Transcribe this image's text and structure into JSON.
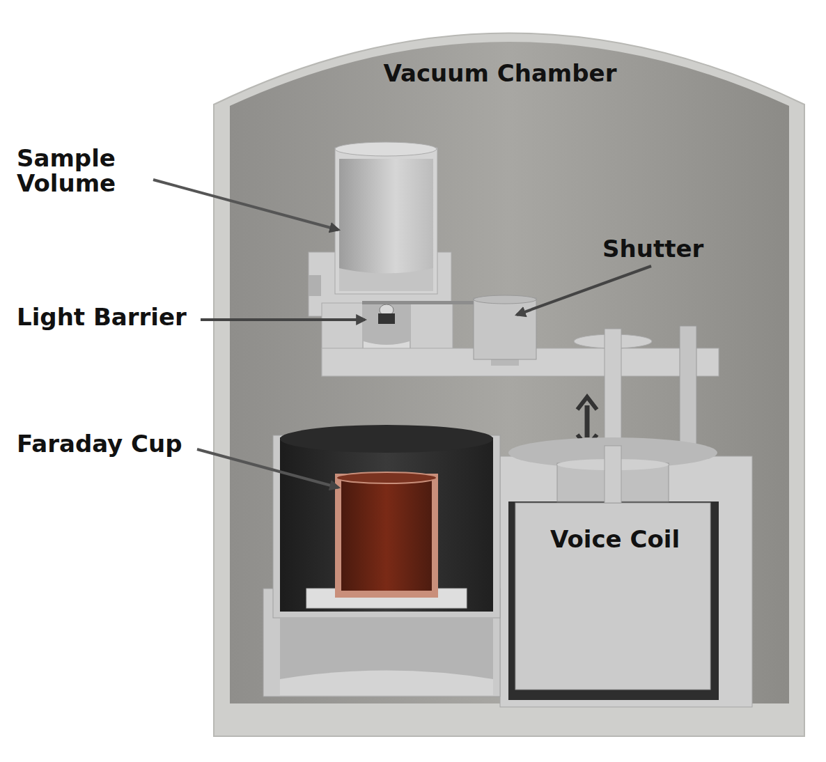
{
  "diagram": {
    "labels": [
      "Vacuum Chamber",
      "Sample Volume",
      "Light Barrier",
      "Shutter",
      "Faraday Cup",
      "Voice Coil"
    ]
  }
}
